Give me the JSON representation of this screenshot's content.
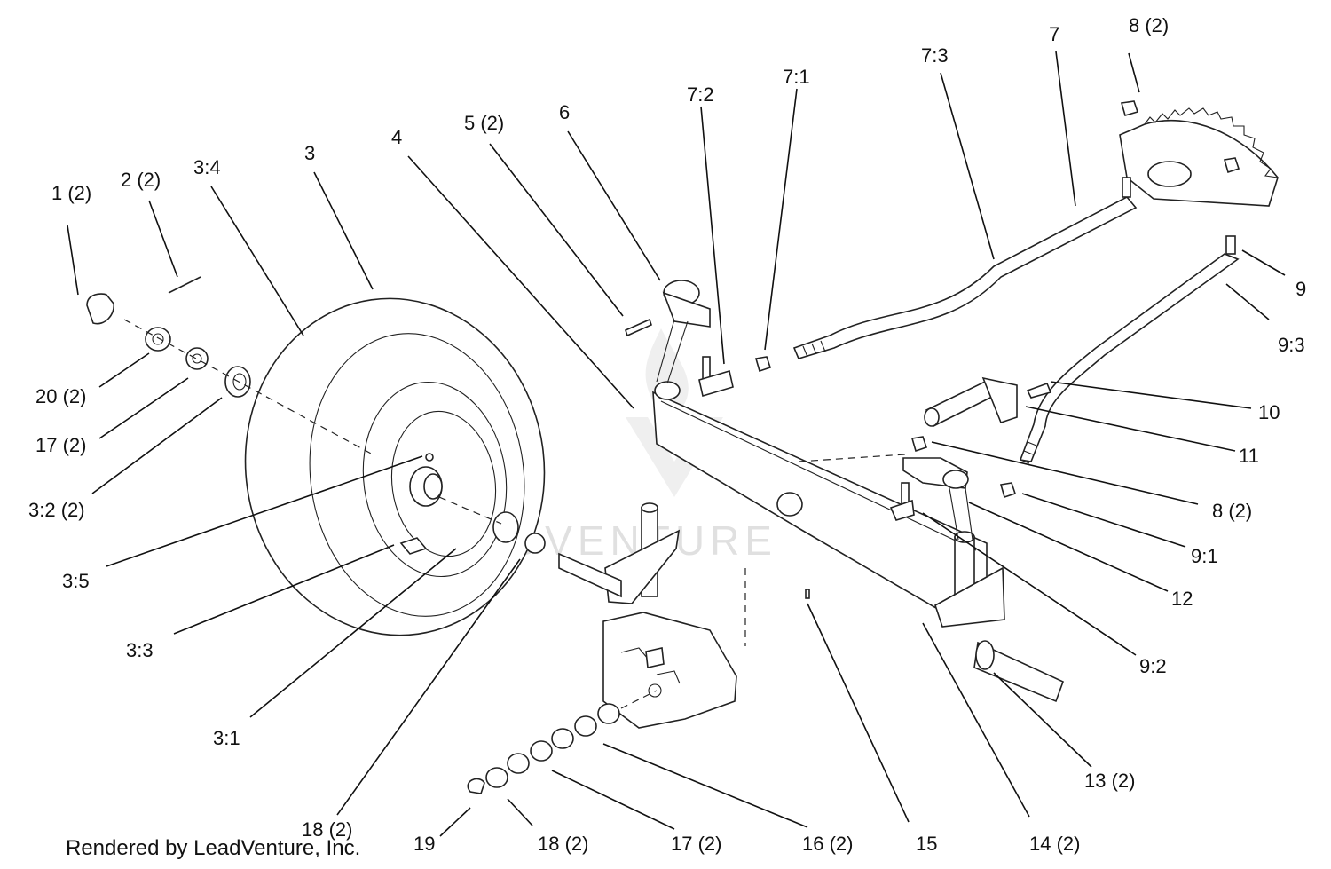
{
  "diagram": {
    "watermark": "LEADVENTURE",
    "credit": "Rendered by LeadVenture, Inc.",
    "labels": [
      "1 (2)",
      "2 (2)",
      "3:4",
      "3",
      "4",
      "5 (2)",
      "6",
      "7:2",
      "7:1",
      "7:3",
      "7",
      "8 (2)",
      "9",
      "9:3",
      "10",
      "11",
      "8 (2)",
      "9:1",
      "12",
      "9:2",
      "13 (2)",
      "14 (2)",
      "15",
      "16 (2)",
      "17 (2)",
      "18 (2)",
      "19",
      "18 (2)",
      "3:1",
      "3:3",
      "3:5",
      "3:2 (2)",
      "17 (2)",
      "20 (2)"
    ]
  }
}
